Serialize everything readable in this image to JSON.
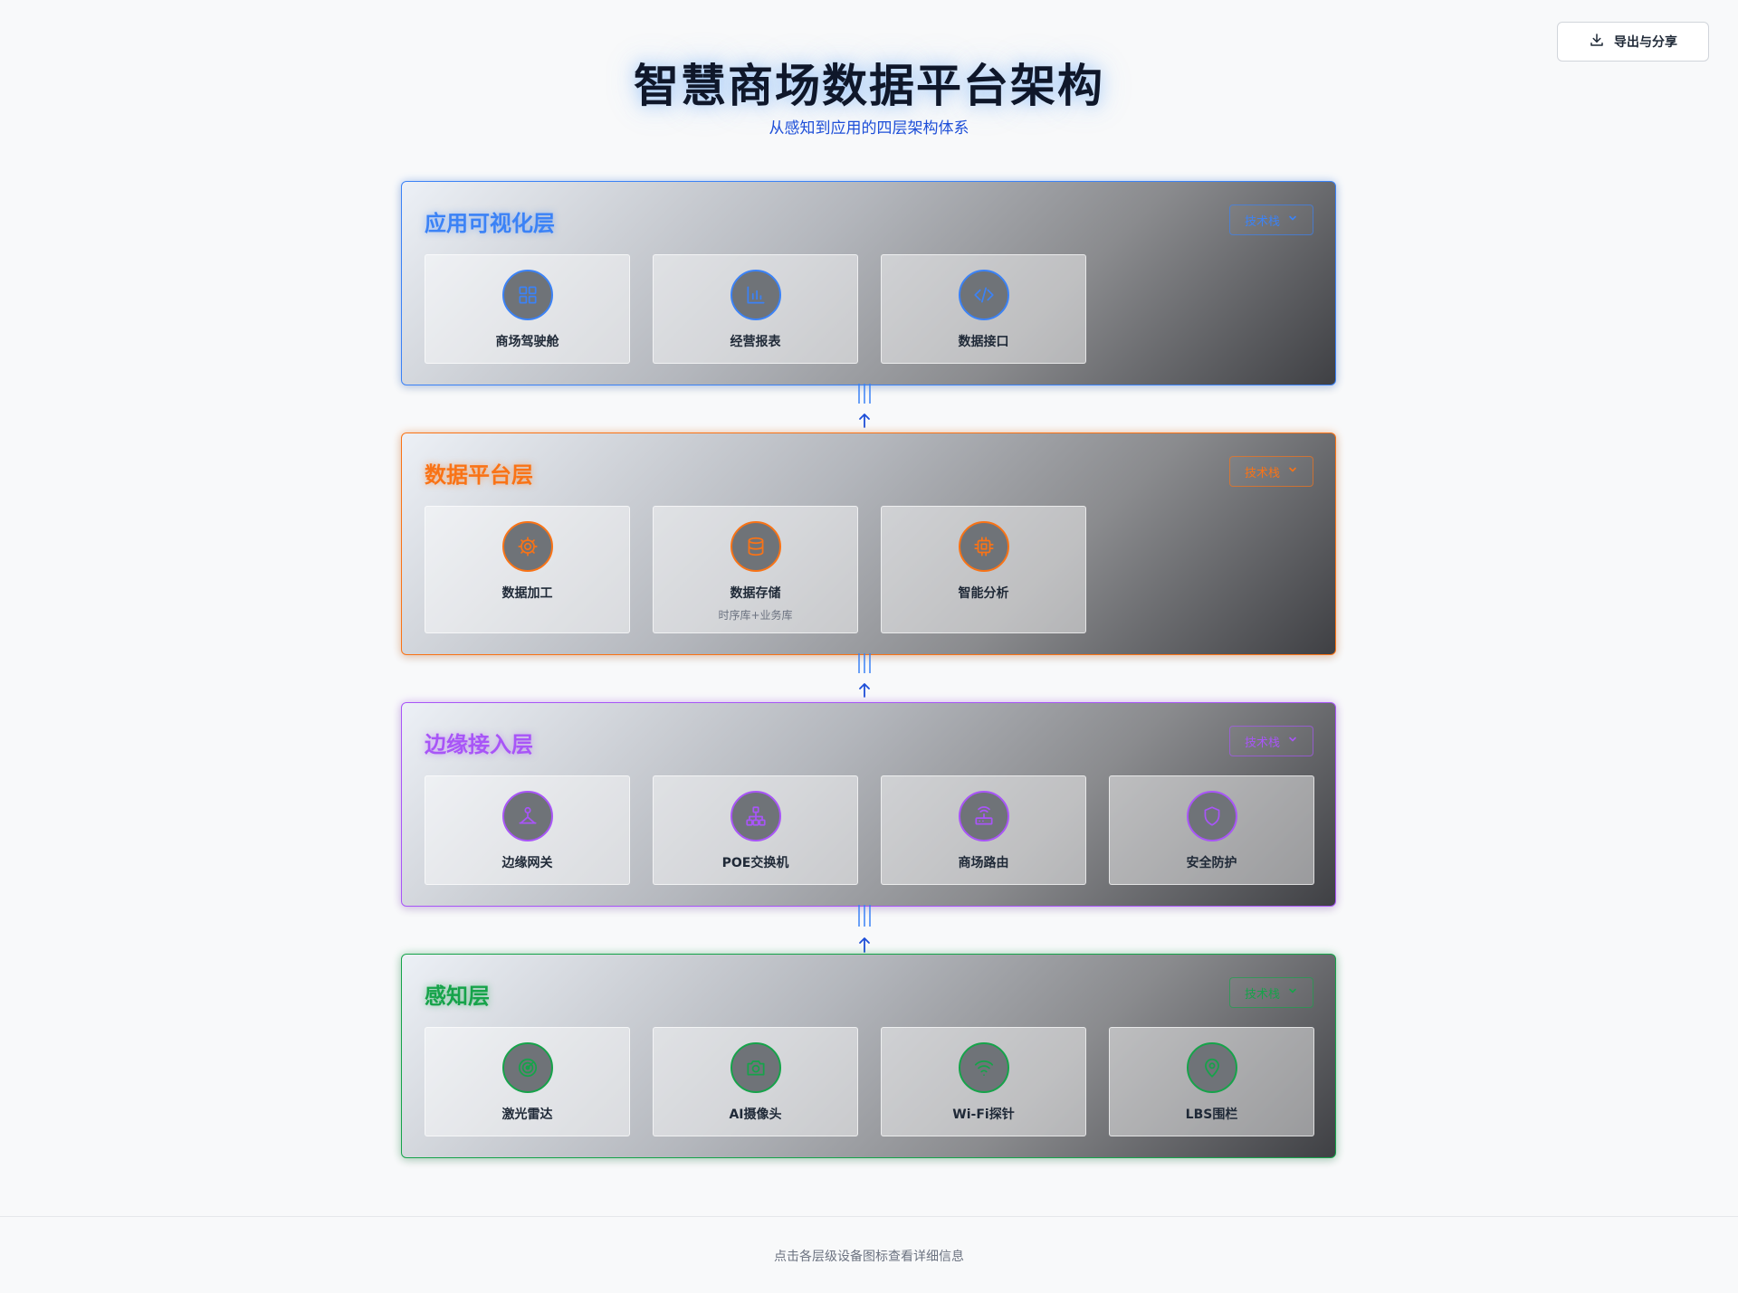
{
  "header": {
    "title": "智慧商场数据平台架构",
    "subtitle": "从感知到应用的四层架构体系",
    "export_label": "导出与分享"
  },
  "layers": [
    {
      "title": "应用可视化层",
      "tech_label": "技术栈",
      "color": "#3b82f6",
      "cards": [
        {
          "label": "商场驾驶舱",
          "icon": "dashboard-icon"
        },
        {
          "label": "经营报表",
          "icon": "bar-chart-icon"
        },
        {
          "label": "数据接口",
          "icon": "code-icon"
        }
      ]
    },
    {
      "title": "数据平台层",
      "tech_label": "技术栈",
      "color": "#f97316",
      "cards": [
        {
          "label": "数据加工",
          "icon": "gear-icon"
        },
        {
          "label": "数据存储",
          "icon": "database-icon",
          "sublabel": "时序库+业务库"
        },
        {
          "label": "智能分析",
          "icon": "cpu-icon"
        }
      ]
    },
    {
      "title": "边缘接入层",
      "tech_label": "技术栈",
      "color": "#a855f7",
      "cards": [
        {
          "label": "边缘网关",
          "icon": "gateway-icon"
        },
        {
          "label": "POE交换机",
          "icon": "network-icon"
        },
        {
          "label": "商场路由",
          "icon": "router-icon"
        },
        {
          "label": "安全防护",
          "icon": "shield-icon"
        }
      ]
    },
    {
      "title": "感知层",
      "tech_label": "技术栈",
      "color": "#16a34a",
      "cards": [
        {
          "label": "激光雷达",
          "icon": "radar-icon"
        },
        {
          "label": "AI摄像头",
          "icon": "camera-icon"
        },
        {
          "label": "Wi-Fi探针",
          "icon": "wifi-icon"
        },
        {
          "label": "LBS围栏",
          "icon": "location-icon"
        }
      ]
    }
  ],
  "footer": {
    "hint": "点击各层级设备图标查看详细信息"
  }
}
